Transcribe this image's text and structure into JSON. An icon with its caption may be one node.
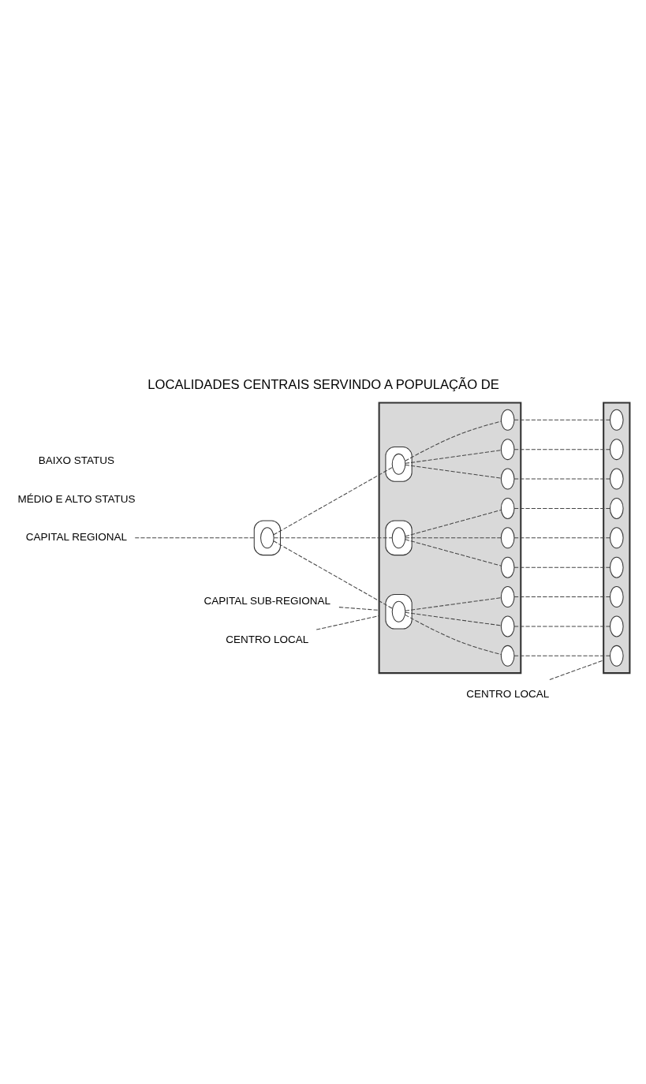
{
  "diagram": {
    "title": "LOCALIDADES CENTRAIS SERVINDO A POPULAÇÃO DE",
    "nodes": [
      {
        "text": [
          "CAPITAL REGIONAL"
        ]
      },
      {
        "text": [
          "CAPITAL SUB-REGIONAL"
        ]
      },
      {
        "text": [
          "CENTRO LOCAL"
        ]
      },
      {
        "text": [
          "CENTRO LOCAL"
        ]
      },
      {
        "text": [],
        "shape": "ellipse"
      },
      {
        "text": [],
        "shape": "circle",
        "in": 4
      },
      {
        "text": [],
        "shape": "box"
      },
      {
        "text": [],
        "shape": "ellipse",
        "in": 6
      },
      {
        "text": [],
        "shape": "circle",
        "in": 7
      },
      {
        "text": [],
        "shape": "ellipse",
        "in": 6
      },
      {
        "text": [],
        "shape": "circle",
        "in": 9
      },
      {
        "text": [],
        "shape": "ellipse",
        "in": 6
      },
      {
        "text": [],
        "shape": "circle",
        "in": 11
      },
      {
        "text": [],
        "shape": "circle",
        "in": 6
      },
      {
        "text": [],
        "shape": "circle",
        "in": 6
      },
      {
        "text": [],
        "shape": "circle",
        "in": 6
      },
      {
        "text": [],
        "shape": "circle",
        "in": 6
      },
      {
        "text": [],
        "shape": "circle",
        "in": 6
      },
      {
        "text": [],
        "shape": "circle",
        "in": 6
      },
      {
        "text": [],
        "shape": "circle",
        "in": 6
      },
      {
        "text": [],
        "shape": "circle",
        "in": 6
      },
      {
        "text": [],
        "shape": "circle",
        "in": 6
      },
      {
        "text": [],
        "shape": "box"
      },
      {
        "text": [],
        "shape": "circle",
        "in": 22
      },
      {
        "text": [],
        "shape": "circle",
        "in": 22
      },
      {
        "text": [],
        "shape": "circle",
        "in": 22
      },
      {
        "text": [],
        "shape": "circle",
        "in": 22
      },
      {
        "text": [],
        "shape": "circle",
        "in": 22
      },
      {
        "text": [],
        "shape": "circle",
        "in": 22
      },
      {
        "text": [],
        "shape": "circle",
        "in": 22
      },
      {
        "text": [],
        "shape": "circle",
        "in": 22
      },
      {
        "text": [],
        "shape": "circle",
        "in": 22
      }
    ],
    "edges": [
      {
        "from": 0,
        "to": 4,
        "arrow": "none",
        "style": "dashed"
      },
      {
        "from": 1,
        "to": 6,
        "arrow": "none",
        "style": "dashed"
      },
      {
        "from": 2,
        "to": 6,
        "arrow": "none",
        "style": "dashed"
      },
      {
        "from": 3,
        "to": 22,
        "arrow": "none",
        "style": "dashed"
      },
      {
        "from": 5,
        "to": 8,
        "arrow": "none",
        "style": "dashed"
      },
      {
        "from": 5,
        "to": 10,
        "arrow": "none",
        "style": "dashed"
      },
      {
        "from": 5,
        "to": 12,
        "arrow": "none",
        "style": "dashed"
      },
      {
        "from": 8,
        "to": 13,
        "arrow": "none",
        "style": "dashed"
      },
      {
        "from": 8,
        "to": 14,
        "arrow": "none",
        "style": "dashed"
      },
      {
        "from": 8,
        "to": 15,
        "arrow": "none",
        "style": "dashed"
      },
      {
        "from": 10,
        "to": 16,
        "arrow": "none",
        "style": "dashed"
      },
      {
        "from": 10,
        "to": 17,
        "arrow": "none",
        "style": "dashed"
      },
      {
        "from": 10,
        "to": 18,
        "arrow": "none",
        "style": "dashed"
      },
      {
        "from": 12,
        "to": 19,
        "arrow": "none",
        "style": "dashed"
      },
      {
        "from": 12,
        "to": 20,
        "arrow": "none",
        "style": "dashed"
      },
      {
        "from": 12,
        "to": 21,
        "arrow": "none",
        "style": "dashed"
      },
      {
        "from": 13,
        "to": 23,
        "arrow": "none",
        "style": "dashed"
      },
      {
        "from": 14,
        "to": 24,
        "arrow": "none",
        "style": "dashed"
      },
      {
        "from": 15,
        "to": 25,
        "arrow": "none",
        "style": "dashed"
      },
      {
        "from": 16,
        "to": 26,
        "arrow": "none",
        "style": "dashed"
      },
      {
        "from": 17,
        "to": 27,
        "arrow": "none",
        "style": "dashed"
      },
      {
        "from": 18,
        "to": 28,
        "arrow": "none",
        "style": "dashed"
      },
      {
        "from": 19,
        "to": 29,
        "arrow": "none",
        "style": "dashed"
      },
      {
        "from": 20,
        "to": 30,
        "arrow": "none",
        "style": "dashed"
      },
      {
        "from": 21,
        "to": 31,
        "arrow": "none",
        "style": "dashed"
      }
    ],
    "labels": [
      "MÉDIO E ALTO STATUS",
      "BAIXO STATUS"
    ]
  }
}
